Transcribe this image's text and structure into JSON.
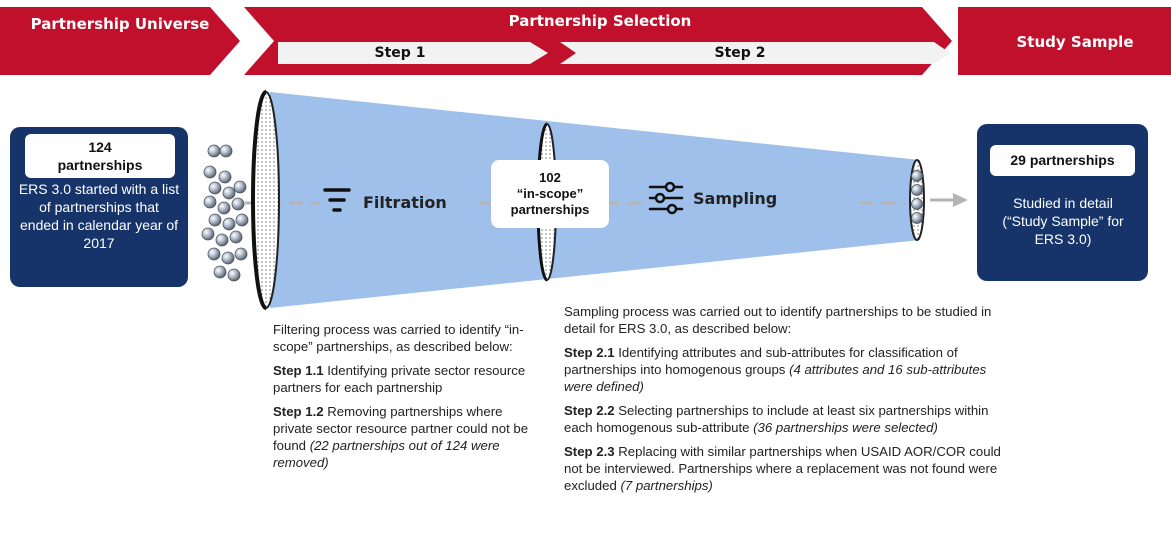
{
  "banners": {
    "universe": "Partnership Universe",
    "selection": "Partnership Selection",
    "step1": "Step 1",
    "step2": "Step 2",
    "sample": "Study Sample"
  },
  "universe_box": {
    "count_number": "124",
    "count_label": "partnerships",
    "description": "ERS 3.0 started with a list of partnerships that ended in calendar year of 2017"
  },
  "middle_box": {
    "number": "102",
    "label1": "“in-scope”",
    "label2": "partnerships"
  },
  "sample_box": {
    "count": "29 partnerships",
    "description": "Studied in detail (“Study Sample” for ERS 3.0)"
  },
  "stages": {
    "filtration": "Filtration",
    "sampling": "Sampling"
  },
  "icons": {
    "filtration": "filter-icon",
    "sampling": "sliders-icon"
  },
  "filter_text": {
    "intro": "Filtering process was carried to identify “in-scope” partnerships, as described below:",
    "step11_label": "Step 1.1",
    "step11_text": "Identifying private sector resource partners for each partnership",
    "step12_label": "Step 1.2",
    "step12_text": "Removing partnerships where private sector resource partner could not be found",
    "step12_note": "(22 partnerships out of 124 were removed)"
  },
  "sampling_text": {
    "intro": "Sampling process was carried out to identify partnerships to be studied in detail for ERS 3.0, as described below:",
    "step21_label": "Step 2.1",
    "step21_text": "Identifying attributes and sub-attributes for classification of partnerships into homogenous groups",
    "step21_note": "(4 attributes and 16 sub-attributes were defined)",
    "step22_label": "Step 2.2",
    "step22_text": "Selecting partnerships to include at least six partnerships within each homogenous sub-attribute",
    "step22_note": "(36 partnerships were selected)",
    "step23_label": "Step 2.3",
    "step23_text": "Replacing with similar partnerships when USAID AOR/COR could not be interviewed. Partnerships where a replacement was not found were excluded",
    "step23_note": "(7 partnerships)"
  },
  "colors": {
    "banner_red": "#c0102c",
    "navy": "#17346a",
    "funnel_blue": "#9fc0ea"
  }
}
